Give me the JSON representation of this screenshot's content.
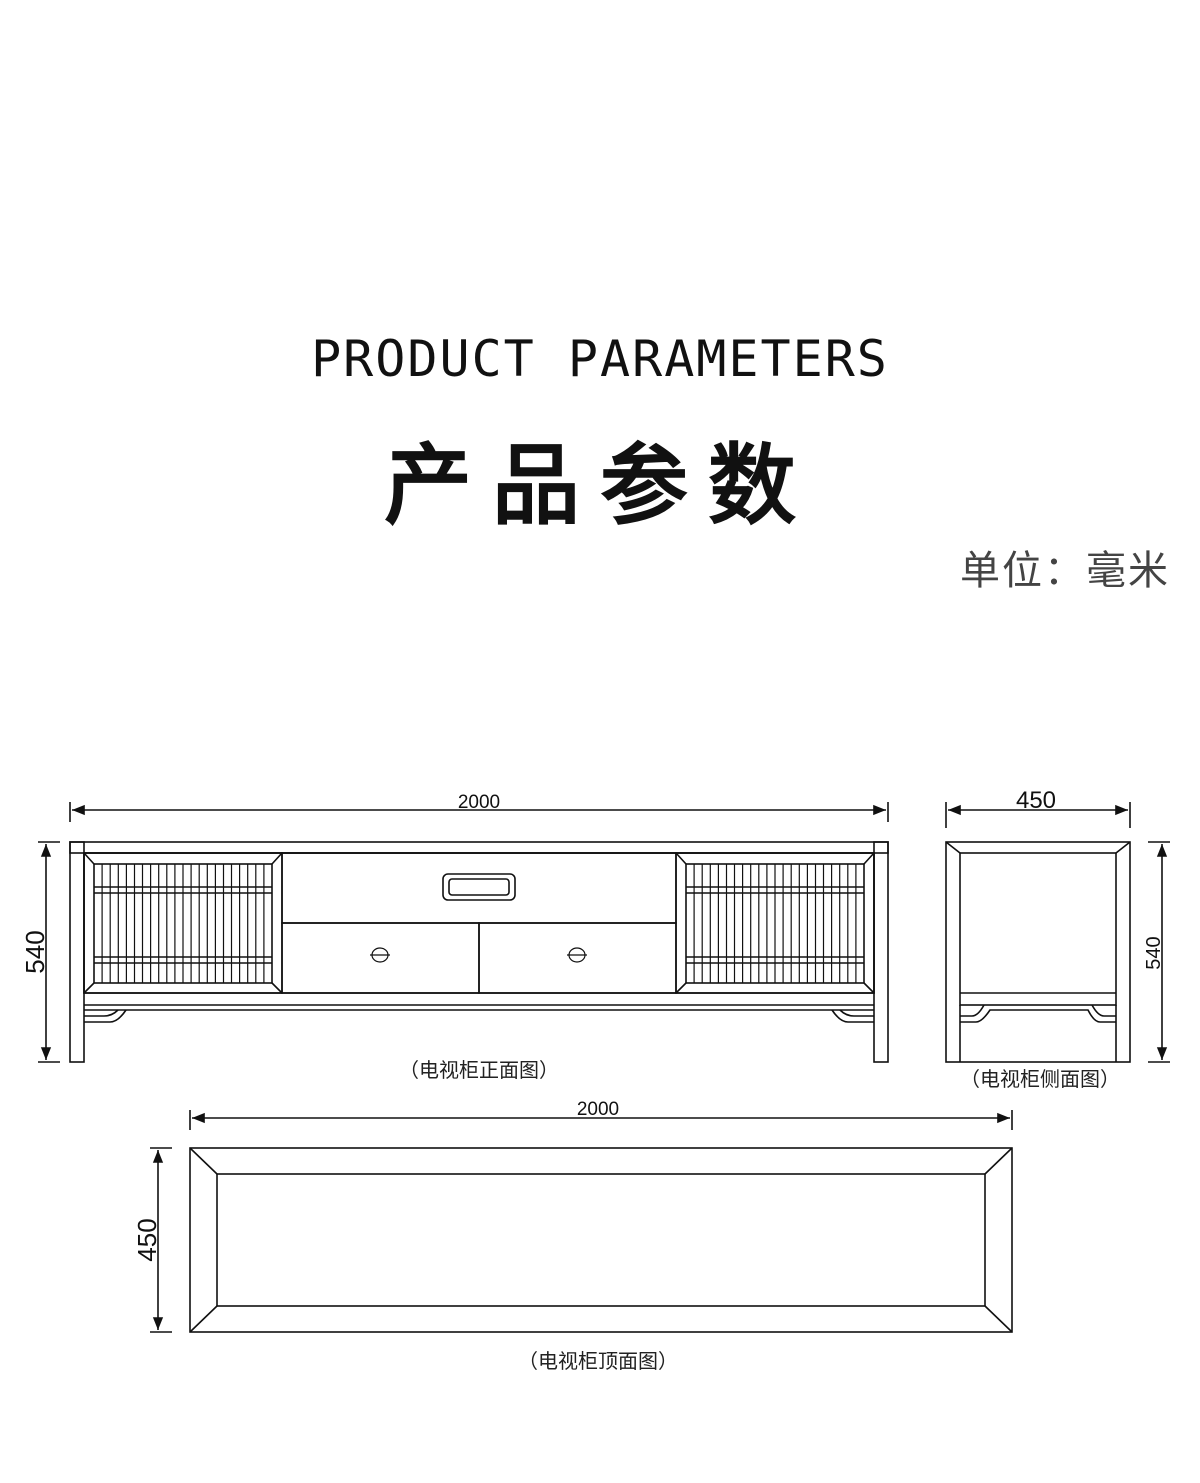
{
  "header": {
    "title_en": "PRODUCT PARAMETERS",
    "title_cn": "产品参数",
    "unit": "单位：毫米"
  },
  "front_view": {
    "width_label": "2000",
    "height_label": "540",
    "caption": "（电视柜正面图）"
  },
  "side_view": {
    "depth_label": "450",
    "height_label": "540",
    "caption": "（电视柜侧面图）"
  },
  "top_view": {
    "width_label": "2000",
    "depth_label": "450",
    "caption": "（电视柜顶面图）"
  }
}
